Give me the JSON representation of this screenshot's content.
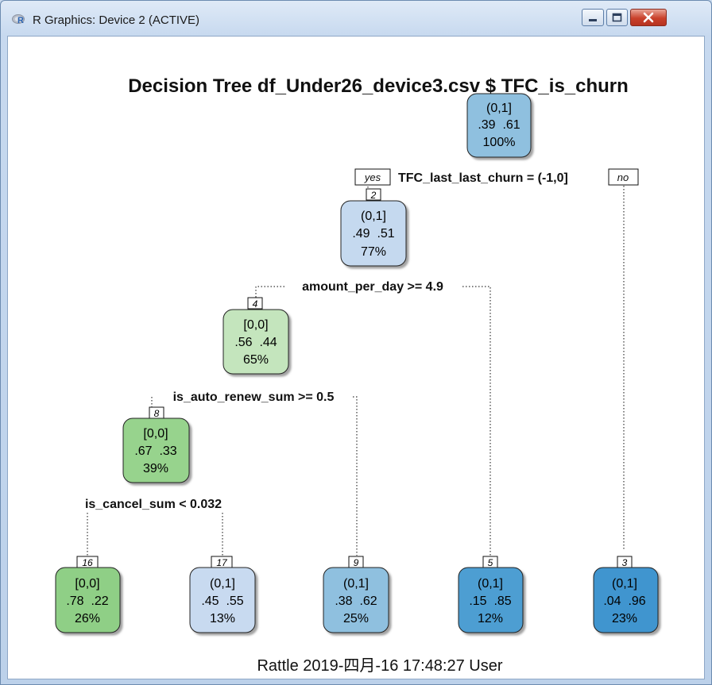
{
  "window": {
    "title": "R Graphics: Device 2 (ACTIVE)",
    "app_icon": "r-logo-icon",
    "controls": [
      "minimize-icon",
      "maximize-icon",
      "close-icon"
    ]
  },
  "plot": {
    "title": "Decision Tree df_Under26_device3.csv $ TFC_is_churn",
    "footer": "Rattle 2019-四月-16 17:48:27 User",
    "branch_labels": {
      "yes": "yes",
      "no": "no"
    },
    "splits": [
      "TFC_last_last_churn = (-1,0]",
      "amount_per_day >= 4.9",
      "is_auto_renew_sum >= 0.5",
      "is_cancel_sum < 0.032"
    ],
    "nodes": [
      {
        "id": "1",
        "class": "(0,1]",
        "probs": ".39  .61",
        "pct": "100%",
        "fill": "#8fc0df"
      },
      {
        "id": "2",
        "class": "(0,1]",
        "probs": ".49  .51",
        "pct": "77%",
        "fill": "#c5d9ef"
      },
      {
        "id": "4",
        "class": "[0,0]",
        "probs": ".56  .44",
        "pct": "65%",
        "fill": "#c4e5bd"
      },
      {
        "id": "8",
        "class": "[0,0]",
        "probs": ".67  .33",
        "pct": "39%",
        "fill": "#97d38d"
      },
      {
        "id": "16",
        "class": "[0,0]",
        "probs": ".78  .22",
        "pct": "26%",
        "fill": "#8fcf86"
      },
      {
        "id": "17",
        "class": "(0,1]",
        "probs": ".45  .55",
        "pct": "13%",
        "fill": "#c8daf0"
      },
      {
        "id": "9",
        "class": "(0,1]",
        "probs": ".38  .62",
        "pct": "25%",
        "fill": "#8fc0df"
      },
      {
        "id": "5",
        "class": "(0,1]",
        "probs": ".15  .85",
        "pct": "12%",
        "fill": "#4d9ed2"
      },
      {
        "id": "3",
        "class": "(0,1]",
        "probs": ".04  .96",
        "pct": "23%",
        "fill": "#3f95cf"
      }
    ]
  }
}
